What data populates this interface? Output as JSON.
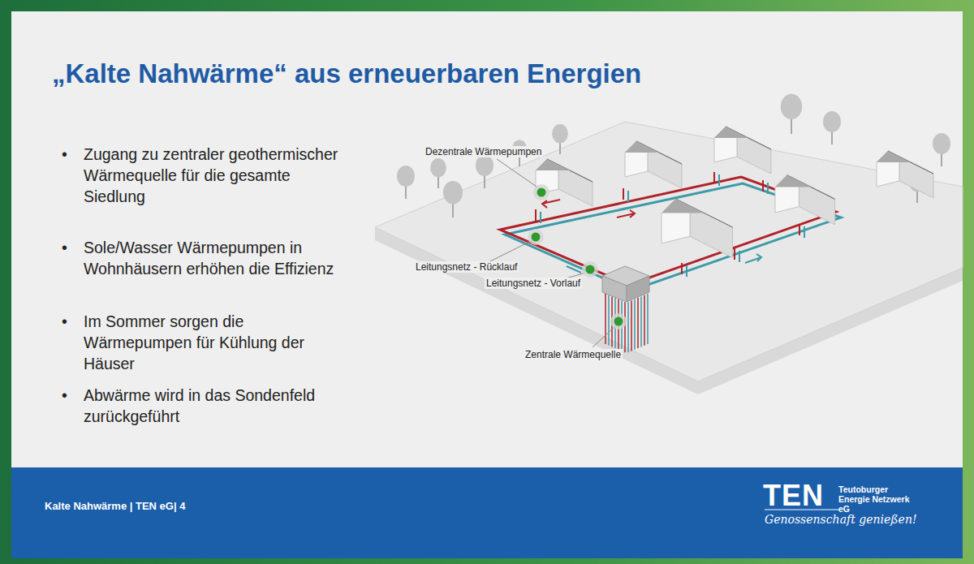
{
  "diagram": {
    "title": "„Kalte Nahwärme“ aus erneuerbaren Energien",
    "labels": [
      "Zugang zu zentraler geothermischer Wärmequelle für die gesamte Siedlung",
      "Sole/Wasser Wärmepumpen in Wohnhäusern erhöhen die Effizienz",
      "Im Sommer sorgen die Wärmepumpen für Kühlung der Häuser",
      "Abwärme wird in das Sondenfeld zurückgeführt",
      "Dezentrale Wärmepumpen",
      "Leitungsnetz - Rücklauf",
      "Leitungsnetz - Vorlauf",
      "Zentrale Wärmequelle",
      "Kalte Nahwärme | TEN eG| 4",
      "TEN",
      "Teutoburger Energie Netzwerk eG",
      "Genossenschaft genießen!"
    ]
  }
}
